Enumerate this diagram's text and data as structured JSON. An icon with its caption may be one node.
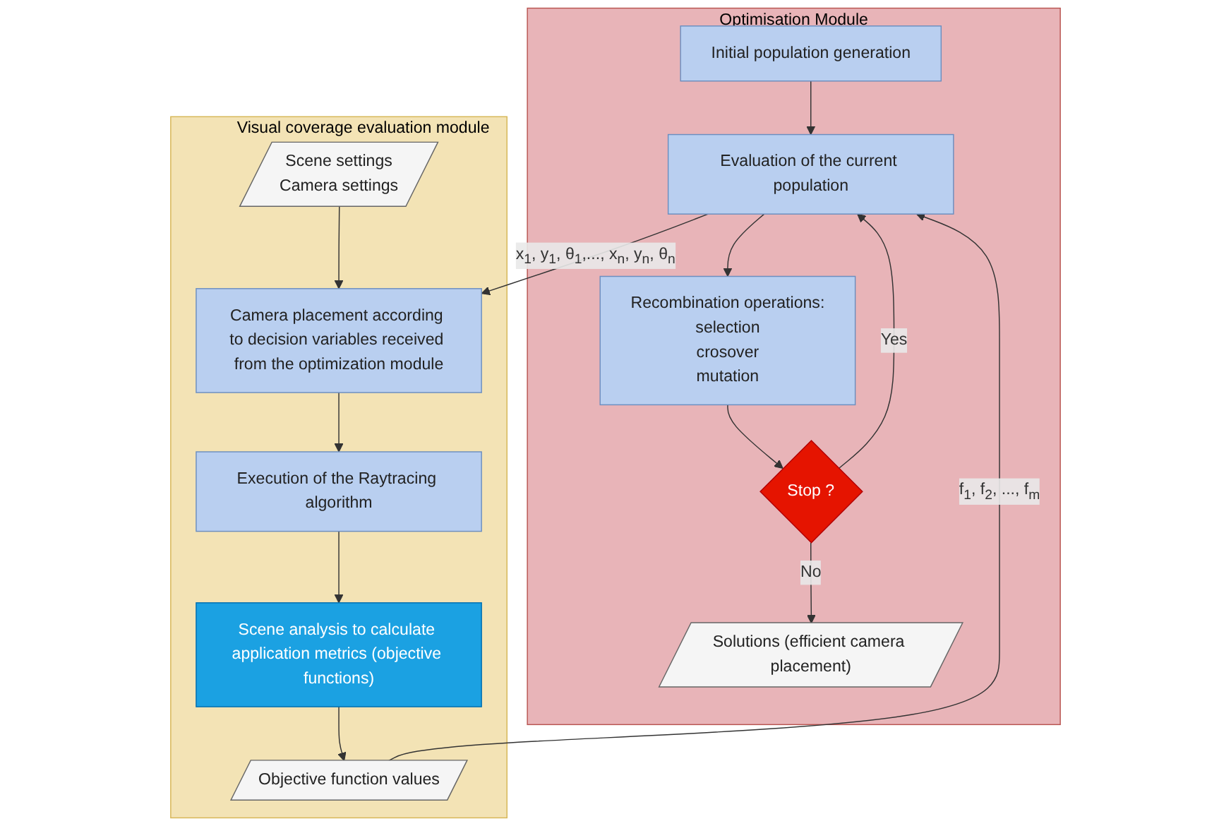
{
  "diagram": {
    "nodes": [
      {
        "text": [
          "Optimisation Module"
        ]
      },
      {
        "text": [
          "Initial population generation"
        ],
        "in": 0
      },
      {
        "text": [
          "Evaluation of the current population"
        ],
        "in": 0
      },
      {
        "text": [
          "Recombination operations:",
          "selection",
          "crosover",
          "mutation"
        ],
        "in": 0
      },
      {
        "text": [
          "Stop ?"
        ],
        "in": 0
      },
      {
        "text": [
          "Solutions (efficient camera placement)"
        ],
        "in": 0
      },
      {
        "text": [
          "Visual coverage evaluation module"
        ]
      },
      {
        "text": [
          "Scene settings",
          "Camera settings"
        ],
        "in": 6
      },
      {
        "text": [
          "Camera placement according to decision variables received from the optimization module"
        ],
        "in": 6
      },
      {
        "text": [
          "Execution of the Raytracing algorithm"
        ],
        "in": 6
      },
      {
        "text": [
          "Scene analysis to calculate application metrics (objective functions)"
        ],
        "in": 6
      },
      {
        "text": [
          "Objective function values"
        ],
        "in": 6
      }
    ],
    "edges": [
      {
        "from": 1,
        "to": 2,
        "arrow": "to"
      },
      {
        "from": 2,
        "to": 3,
        "arrow": "to"
      },
      {
        "from": 3,
        "to": 4,
        "arrow": "to"
      },
      {
        "from": 4,
        "to": 2,
        "arrow": "to",
        "label": "Yes"
      },
      {
        "from": 4,
        "to": 5,
        "arrow": "to",
        "label": "No"
      },
      {
        "from": 2,
        "to": 8,
        "arrow": "to",
        "label": "x$_{1}$, y$_{1}$, θ$_{1}$,..., x$_{n}$, y$_{n}$, θ$_{n}$"
      },
      {
        "from": 7,
        "to": 8,
        "arrow": "to"
      },
      {
        "from": 8,
        "to": 9,
        "arrow": "to"
      },
      {
        "from": 9,
        "to": 10,
        "arrow": "to"
      },
      {
        "from": 10,
        "to": 11,
        "arrow": "to"
      },
      {
        "from": 11,
        "to": 2,
        "arrow": "to",
        "label": "f$_{1}$, f$_{2}$, ..., f$_{m}$"
      }
    ]
  }
}
